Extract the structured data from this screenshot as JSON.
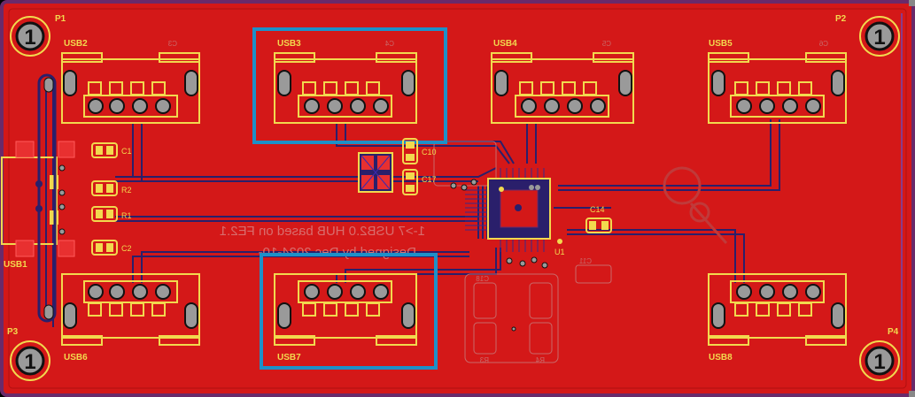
{
  "colors": {
    "background": "#000000",
    "board_fill": "#d41818",
    "board_outline": "#6a2a6a",
    "silkscreen": "#f2d94e",
    "trace_dark": "#2a1f6b",
    "pad_gray": "#9a9a9a",
    "selection": "#1e90c8",
    "mirror_text": "#d86d6d"
  },
  "mounting_holes": [
    {
      "name": "mount-hole-p1",
      "number": "1",
      "label": "P1"
    },
    {
      "name": "mount-hole-p2",
      "number": "1",
      "label": "P2"
    },
    {
      "name": "mount-hole-p3",
      "number": "1",
      "label": "P3"
    },
    {
      "name": "mount-hole-p4",
      "number": "1",
      "label": "P4"
    }
  ],
  "usb_ports": {
    "usb2": {
      "label": "USB2",
      "cap": "C3"
    },
    "usb3": {
      "label": "USB3",
      "cap": "C4"
    },
    "usb4": {
      "label": "USB4",
      "cap": "C5"
    },
    "usb5": {
      "label": "USB5",
      "cap": "C6"
    },
    "usb6": {
      "label": "USB6"
    },
    "usb7": {
      "label": "USB7"
    },
    "usb8": {
      "label": "USB8"
    }
  },
  "main_connector": {
    "label": "USB1"
  },
  "components": {
    "c1": "C1",
    "c2": "C2",
    "r1": "R1",
    "r2": "R2",
    "c10": "C10",
    "c17": "C17",
    "c14": "C14",
    "u1": "U1",
    "c18": "C18",
    "r3": "R3",
    "r4": "R4",
    "c11": "C11"
  },
  "board_text": {
    "line1": "1->7 USB2.0 HUB based on FE2.1",
    "line2": "Designed by Dec 2024-10-"
  }
}
